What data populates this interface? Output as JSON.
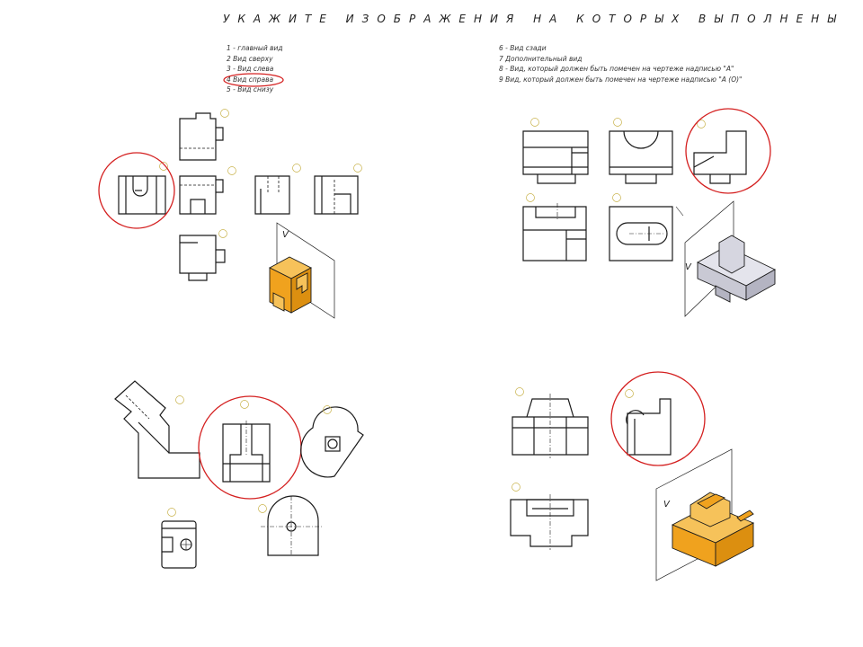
{
  "title": "УКАЖИТЕ ИЗОБРАЖЕНИЯ НА КОТОРЫХ ВЫПОЛНЕНЫ",
  "legend_left": [
    "1 - главный вид",
    "2  Вид сверху",
    "3 - Вид слева",
    "4  Вид справа",
    "5 - Вид снизу"
  ],
  "legend_right": [
    "6 - Вид сзади",
    "7  Дополнительный вид",
    "8 - Вид, который должен быть помечен на чертеже надписью \"А\"",
    "9  Вид, который должен быть помечен на чертеже надписью \"А (О)\""
  ],
  "plane_label": "V",
  "colors": {
    "line": "#1a1a1a",
    "highlight_circle": "#d42020",
    "solid_face_top": "#f6c25a",
    "solid_face_front": "#f0a21e",
    "solid_face_side": "#dc8f10",
    "grey_solid": "#c9c9d4",
    "number_bubble": "#c8b24a"
  }
}
